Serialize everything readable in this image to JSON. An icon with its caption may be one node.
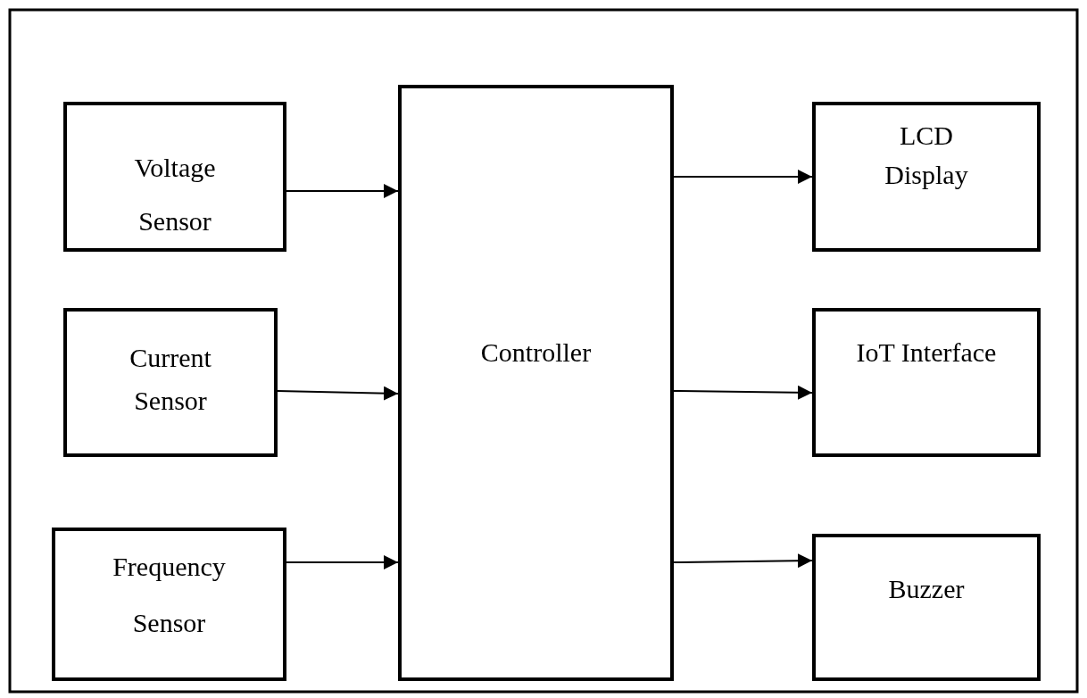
{
  "diagram": {
    "nodes": [
      {
        "text": [
          "Voltage Sensor"
        ]
      },
      {
        "text": [
          "Current Sensor"
        ]
      },
      {
        "text": [
          "Frequency Sensor"
        ]
      },
      {
        "text": [
          "Controller"
        ]
      },
      {
        "text": [
          "LCD Display"
        ]
      },
      {
        "text": [
          "IoT Interface"
        ]
      },
      {
        "text": [
          "Buzzer"
        ]
      }
    ],
    "edges": [
      {
        "from": 0,
        "to": 3,
        "arrow": "to"
      },
      {
        "from": 1,
        "to": 3,
        "arrow": "to"
      },
      {
        "from": 2,
        "to": 3,
        "arrow": "to"
      },
      {
        "from": 3,
        "to": 4,
        "arrow": "to"
      },
      {
        "from": 3,
        "to": 5,
        "arrow": "to"
      },
      {
        "from": 3,
        "to": 6,
        "arrow": "to"
      }
    ]
  }
}
